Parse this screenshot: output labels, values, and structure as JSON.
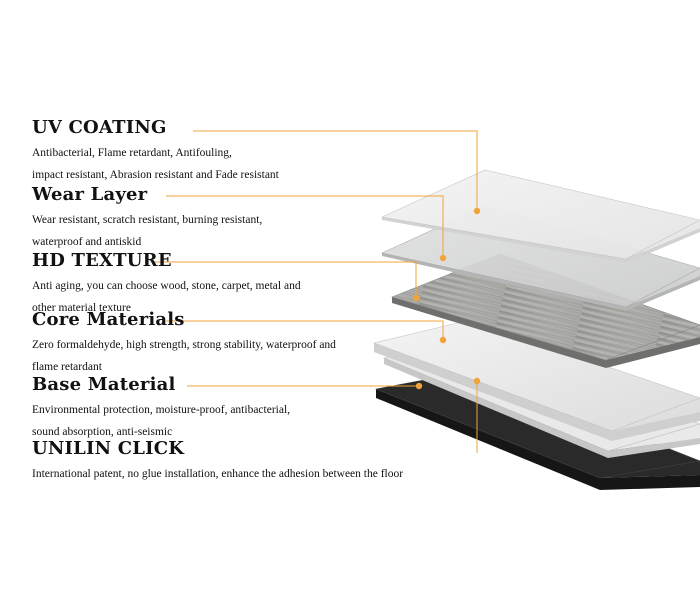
{
  "colors": {
    "connector": "#f2a33a",
    "text": "#111111",
    "background": "#ffffff"
  },
  "layers": [
    {
      "title": "UV COATING",
      "desc_lines": [
        "Antibacterial, Flame retardant, Antifouling,",
        "impact resistant, Abrasion resistant and Fade resistant"
      ]
    },
    {
      "title": "Wear Layer",
      "desc_lines": [
        "Wear resistant, scratch resistant, burning resistant,",
        "waterproof and antiskid"
      ]
    },
    {
      "title": "HD TEXTURE",
      "desc_lines": [
        "Anti aging, you can choose wood, stone, carpet, metal and",
        "other material texture"
      ]
    },
    {
      "title": "Core Materials",
      "desc_lines": [
        "Zero formaldehyde, high strength, strong stability, waterproof and",
        "flame retardant"
      ]
    },
    {
      "title": "Base Material",
      "desc_lines": [
        "Environmental protection, moisture-proof, antibacterial,",
        "sound absorption, anti-seismic"
      ]
    },
    {
      "title": "UNILIN CLICK",
      "desc_lines": [
        "International patent, no glue installation, enhance the adhesion between the floor"
      ]
    }
  ]
}
